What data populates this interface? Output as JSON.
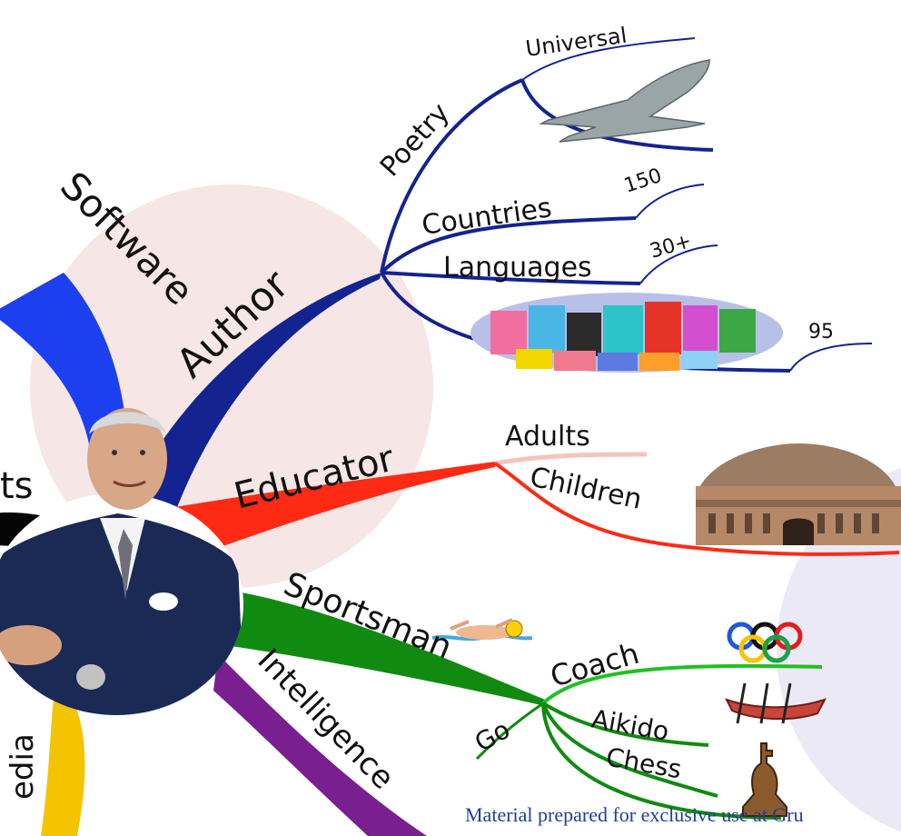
{
  "center": {
    "photo": "man-in-navy-blazer-photo"
  },
  "branches": {
    "software": "Software",
    "author": "Author",
    "educator": "Educator",
    "sportsman": "Sportsman",
    "intelligence": "Intelligence",
    "ts_partial": "ts",
    "media_partial": "edia"
  },
  "author": {
    "poetry": "Poetry",
    "universal": "Universal",
    "countries": "Countries",
    "countries_count": "150",
    "languages": "Languages",
    "languages_count": "30+",
    "books_count": "95"
  },
  "educator": {
    "adults": "Adults",
    "children": "Children"
  },
  "sportsman": {
    "coach": "Coach",
    "go": "Go",
    "aikido": "Aikido",
    "chess": "Chess"
  },
  "icons": [
    "concorde-jet-icon",
    "books-stack-icon",
    "royal-albert-hall-icon",
    "swimmer-icon",
    "olympic-rings-icon",
    "rowing-boat-icon",
    "chess-king-icon"
  ],
  "colors": {
    "software": "#1c3ff0",
    "author": "#13238f",
    "educator": "#ff2a14",
    "sportsman": "#118a12",
    "intelligence": "#7a1f8f",
    "media": "#f5c400",
    "black": "#050505",
    "green_light": "#22e022"
  },
  "footer": "Material prepared for exclusive use at Gru"
}
